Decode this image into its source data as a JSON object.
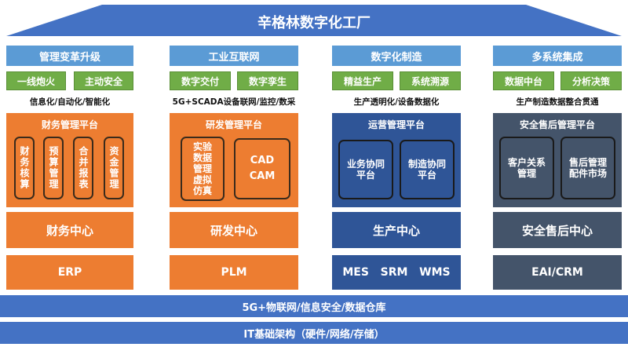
{
  "title": "辛格林数字化工厂",
  "colors": {
    "roof": "#4472c4",
    "header": "#5b9bd5",
    "pill": "#70ad47",
    "orange": "#ed7d31",
    "blue": "#2f5597",
    "slate": "#44546a",
    "band": "#4472c4"
  },
  "columns": [
    {
      "header": "管理变革升级",
      "pills": [
        "一线炮火",
        "主动安全"
      ],
      "caption": "信息化/自动化/智能化",
      "platform": {
        "title": "财务管理平台",
        "items": [
          "财务核算",
          "预算管理",
          "合并报表",
          "资金管理"
        ]
      },
      "center": "财务中心",
      "systems": [
        "ERP"
      ]
    },
    {
      "header": "工业互联网",
      "pills": [
        "数字交付",
        "数字孪生"
      ],
      "caption": "5G+SCADA设备联网/监控/数采",
      "platform": {
        "title": "研发管理平台",
        "items": [
          "实验\n数据\n管理\n虚拟\n仿真",
          "CAD\nCAM"
        ]
      },
      "center": "研发中心",
      "systems": [
        "PLM"
      ]
    },
    {
      "header": "数字化制造",
      "pills": [
        "精益生产",
        "系统溯源"
      ],
      "caption": "生产透明化/设备数据化",
      "platform": {
        "title": "运营管理平台",
        "items": [
          "业务协同\n平台",
          "制造协同\n平台"
        ]
      },
      "center": "生产中心",
      "systems": [
        "MES",
        "SRM",
        "WMS"
      ]
    },
    {
      "header": "多系统集成",
      "pills": [
        "数据中台",
        "分析决策"
      ],
      "caption": "生产制造数据整合贯通",
      "platform": {
        "title": "安全售后管理平台",
        "items": [
          "客户关系\n管理",
          "售后管理\n配件市场"
        ]
      },
      "center": "安全售后中心",
      "systems": [
        "EAI/CRM"
      ]
    }
  ],
  "bands": [
    "5G+物联网/信息安全/数据仓库",
    "IT基础架构（硬件/网络/存储）"
  ]
}
